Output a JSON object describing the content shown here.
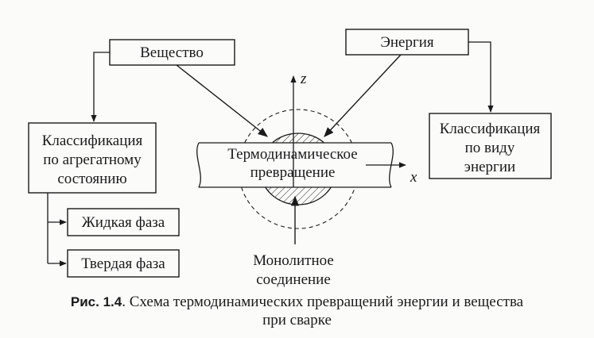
{
  "nodes": {
    "substance": "Вещество",
    "energy": "Энергия",
    "class_aggregate": [
      "Классификация",
      "по агрегатному",
      "состоянию"
    ],
    "class_energy": [
      "Классификация",
      "по виду",
      "энергии"
    ],
    "liquid_phase": "Жидкая фаза",
    "solid_phase": "Твердая фаза",
    "transformation": [
      "Термодинамическое",
      "превращение"
    ],
    "joint": [
      "Монолитное",
      "соединение"
    ]
  },
  "axes": {
    "z": "z",
    "x": "x"
  },
  "caption": {
    "label": "Рис. 1.4",
    "text_line1": ". Схема термодинамических превращений энергии и вещества",
    "text_line2": "при сварке"
  }
}
